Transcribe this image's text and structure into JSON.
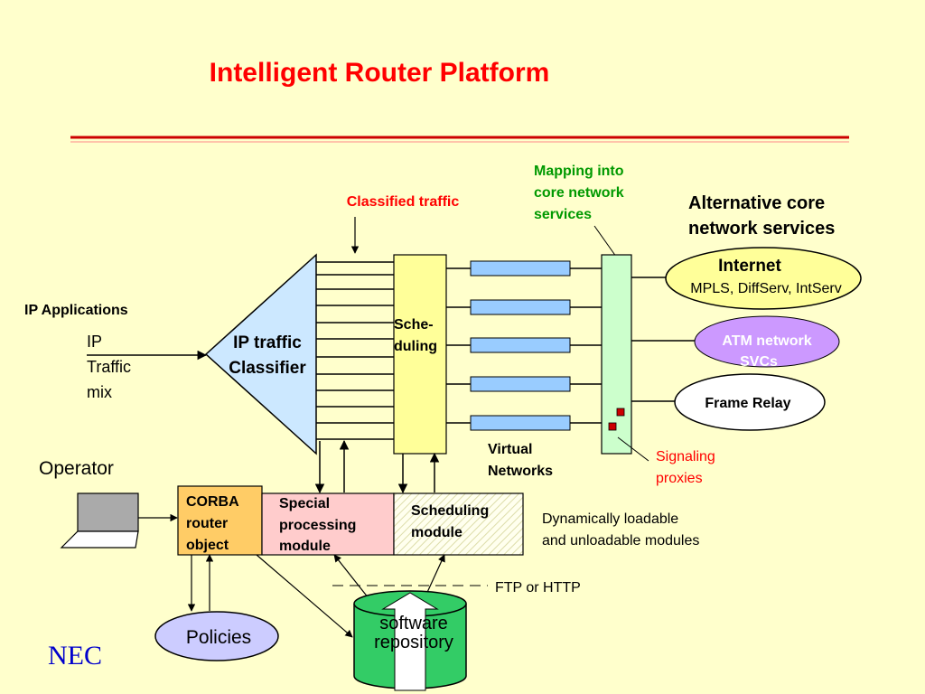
{
  "title": "Intelligent Router Platform",
  "labels": {
    "classified_traffic": "Classified traffic",
    "mapping": [
      "Mapping into",
      "core network",
      "services"
    ],
    "alt_core": [
      "Alternative core",
      "network services"
    ],
    "ip_applications": "IP Applications",
    "ip_traffic_mix": [
      "IP",
      "Traffic",
      "mix"
    ],
    "classifier": [
      "IP traffic",
      "Classifier"
    ],
    "scheduling": [
      "Sche-",
      "duling"
    ],
    "virtual_networks": [
      "Virtual",
      "Networks"
    ],
    "signaling_proxies": [
      "Signaling",
      "proxies"
    ],
    "operator": "Operator",
    "dyn_modules": [
      "Dynamically loadable",
      "and unloadable modules"
    ],
    "ftp_http": "FTP or HTTP",
    "policies": "Policies",
    "software_repository": [
      "software",
      "repository"
    ],
    "logo": "NEC"
  },
  "services": {
    "internet": [
      "Internet",
      "MPLS, DiffServ, IntServ"
    ],
    "atm": [
      "ATM network",
      "SVCs"
    ],
    "frame_relay": "Frame Relay"
  },
  "modules": {
    "corba": [
      "CORBA",
      "router",
      "object"
    ],
    "special": [
      "Special",
      "processing",
      "module"
    ],
    "scheduling_module": [
      "Scheduling",
      "module"
    ]
  },
  "colors": {
    "background": "#ffffcc",
    "title_red": "#ff0000",
    "mapping_green": "#009900",
    "classifier_fill": "#cce8ff",
    "scheduler_fill": "#ffff99",
    "mapping_fill": "#ccffcc",
    "vn_fill": "#99ccff",
    "internet_fill": "#ffff99",
    "atm_fill": "#cc99ff",
    "corba_fill": "#ffcc66",
    "special_fill": "#ffcccc",
    "policies_fill": "#ccccff",
    "repo_fill": "#33cc66",
    "logo_blue": "#0000cc"
  }
}
